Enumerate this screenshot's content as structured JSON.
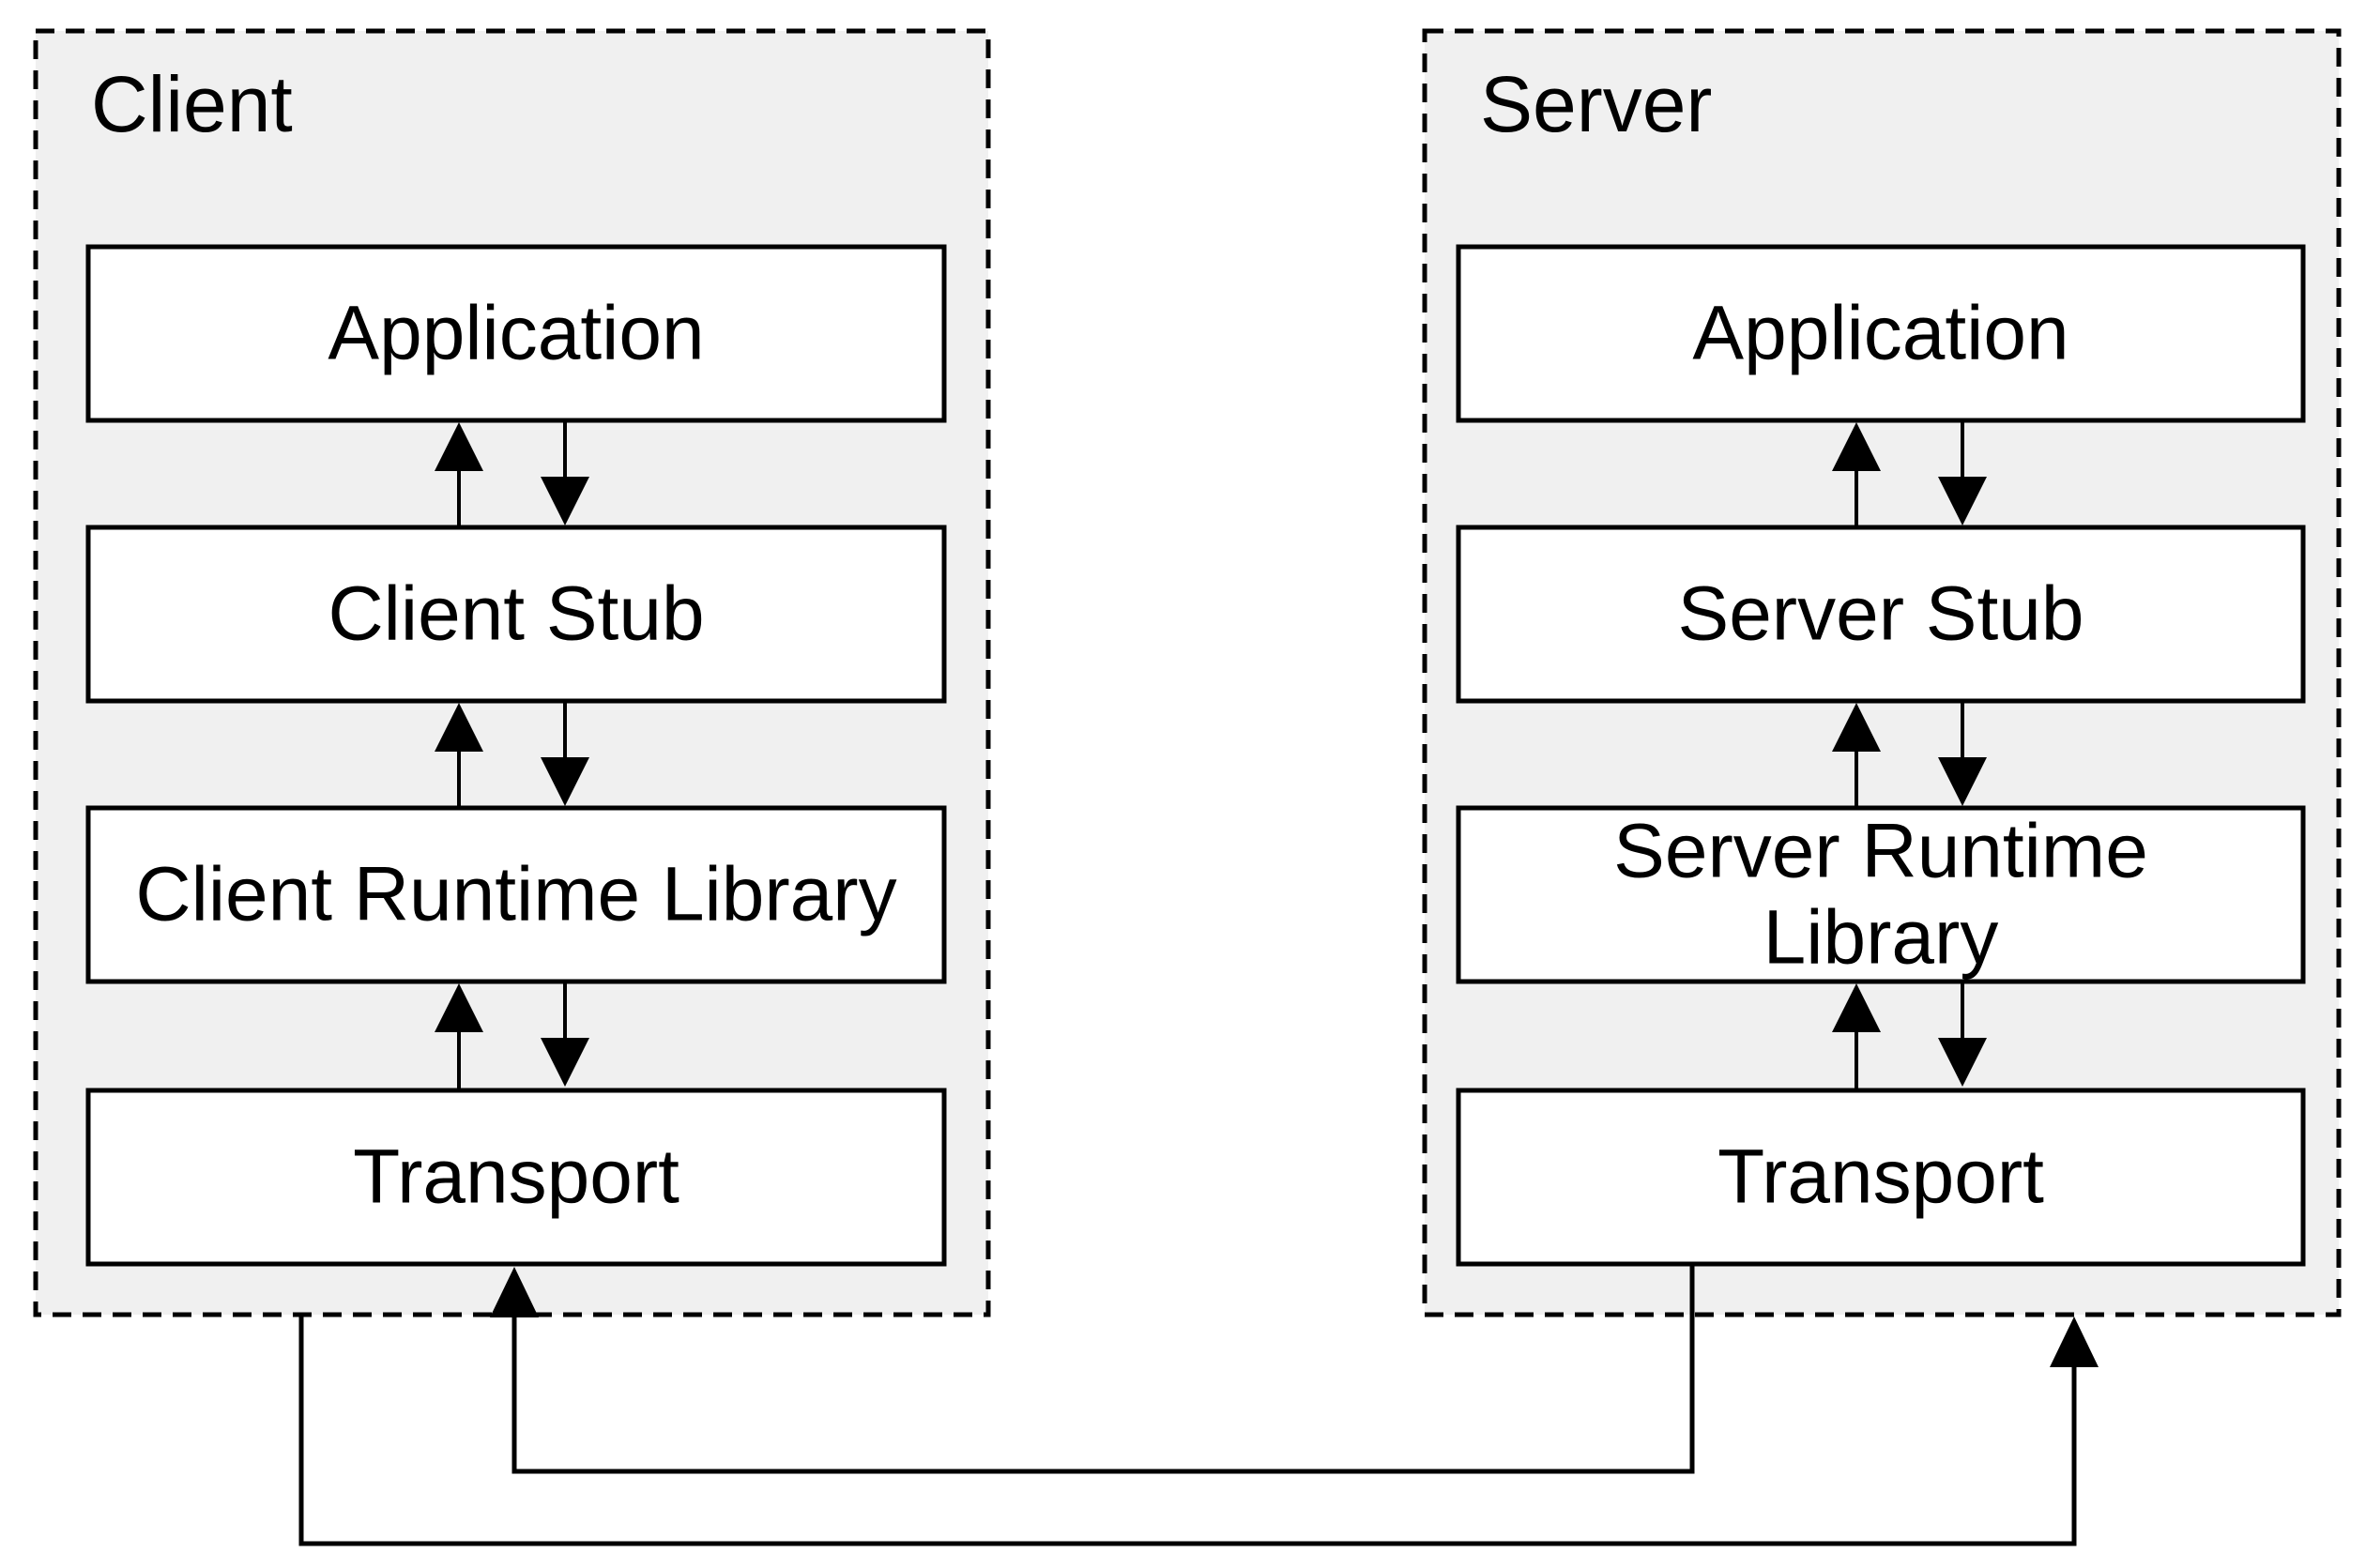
{
  "client": {
    "title": "Client",
    "layers": [
      "Application",
      "Client Stub",
      "Client Runtime Library",
      "Transport"
    ]
  },
  "server": {
    "title": "Server",
    "layers": [
      "Application",
      "Server Stub",
      "Server Runtime Library",
      "Transport"
    ],
    "runtime_label_lines": [
      "Server Runtime",
      "Library"
    ]
  },
  "colors": {
    "page_background": "#ffffff",
    "panel_fill": "#f0f0f0",
    "box_fill": "#ffffff",
    "line": "#000000"
  }
}
